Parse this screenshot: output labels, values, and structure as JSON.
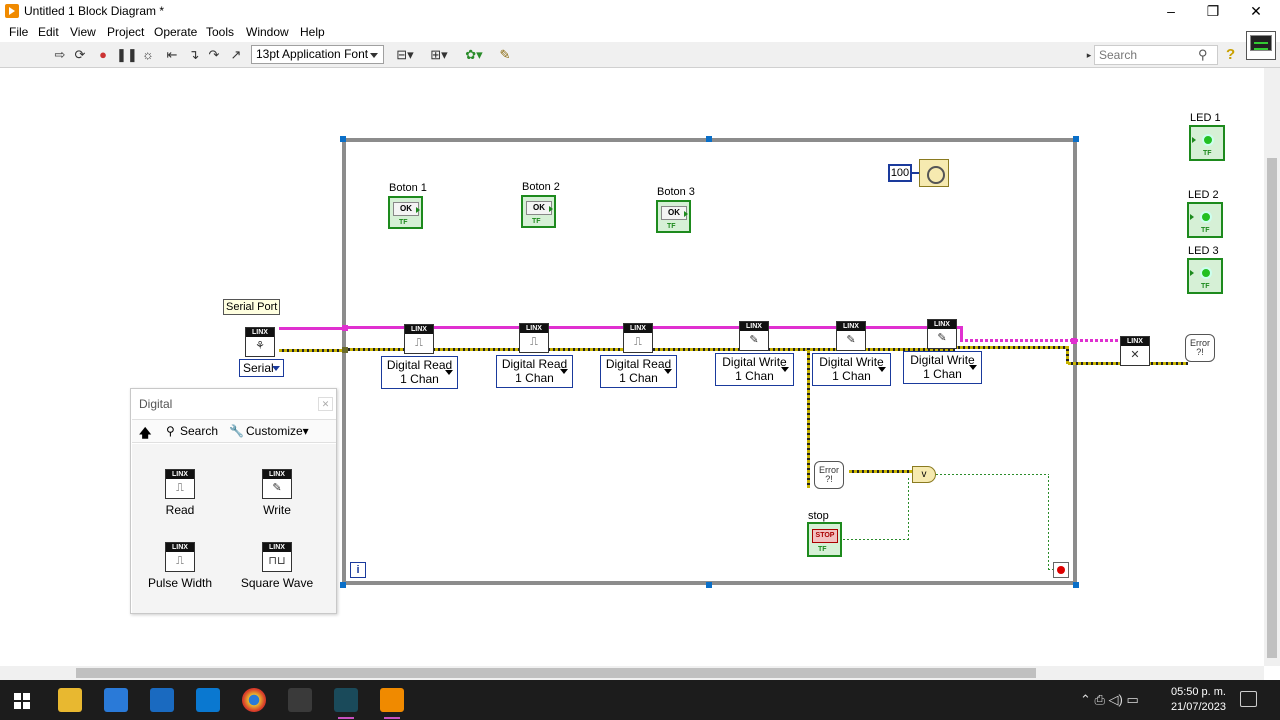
{
  "window": {
    "title": "Untitled 1 Block Diagram *",
    "minimize": "–",
    "restore": "❐",
    "close": "✕"
  },
  "menu": [
    "File",
    "Edit",
    "View",
    "Project",
    "Operate",
    "Tools",
    "Window",
    "Help"
  ],
  "toolbar": {
    "font": "13pt Application Font",
    "search_placeholder": "Search"
  },
  "diagram": {
    "serial_port_label": "Serial Port",
    "serial_value": "Serial",
    "boton_labels": [
      "Boton 1",
      "Boton 2",
      "Boton 3"
    ],
    "led_labels": [
      "LED 1",
      "LED 2",
      "LED 3"
    ],
    "ok_text": "OK",
    "tf_text": "TF",
    "linx_text": "LINX",
    "wait_constant": "100",
    "or_symbol": "v",
    "stop_label": "stop",
    "stop_face": "STOP",
    "iteration_symbol": "i",
    "error_text": "Error ?!",
    "read_polys": [
      [
        "Digital Read",
        "1 Chan"
      ],
      [
        "Digital Read",
        "1 Chan"
      ],
      [
        "Digital Read",
        "1 Chan"
      ]
    ],
    "write_polys": [
      [
        "Digital Write",
        "1 Chan"
      ],
      [
        "Digital Write",
        "1 Chan"
      ],
      [
        "Digital Write",
        "1 Chan"
      ]
    ]
  },
  "palette": {
    "title": "Digital",
    "search": "Search",
    "customize": "Customize▾",
    "items": [
      "Read",
      "Write",
      "Pulse Width",
      "Square Wave"
    ]
  },
  "taskbar": {
    "time": "05:50 p. m.",
    "date": "21/07/2023"
  }
}
